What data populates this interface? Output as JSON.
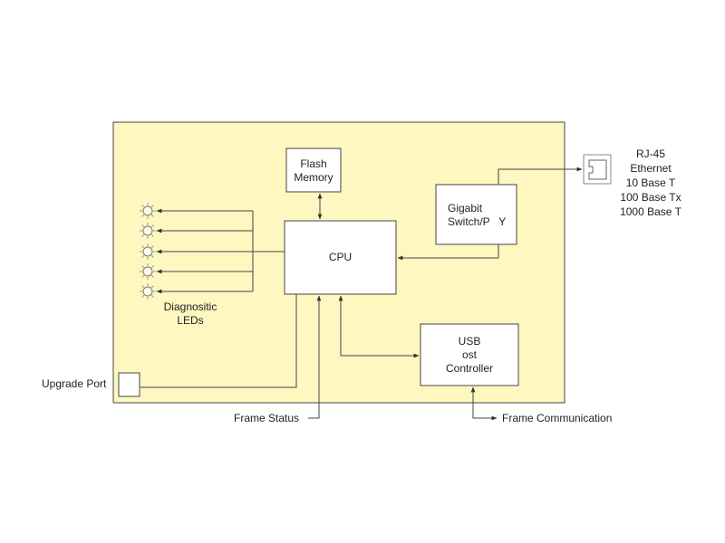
{
  "labels": {
    "flash": [
      "Flash",
      "Memory"
    ],
    "cpu": "CPU",
    "switch": [
      "Gigabit",
      "Switch/P   Y"
    ],
    "usb": [
      "USB",
      "ost",
      "Controller"
    ],
    "leds": [
      "Diagnositic",
      "LEDs"
    ],
    "upgrade": "Upgrade Port",
    "frame_status": "Frame Status",
    "frame_comm": "Frame Communication",
    "rj45": [
      "RJ-45",
      "Ethernet",
      "10 Base T",
      "100 Base Tx",
      "1000 Base T"
    ]
  },
  "colors": {
    "board_fill": "#fff7c0",
    "line": "#444444",
    "box_fill": "#ffffff"
  },
  "icons": {
    "led": "led-icon",
    "rj45": "rj45-jack-icon"
  }
}
